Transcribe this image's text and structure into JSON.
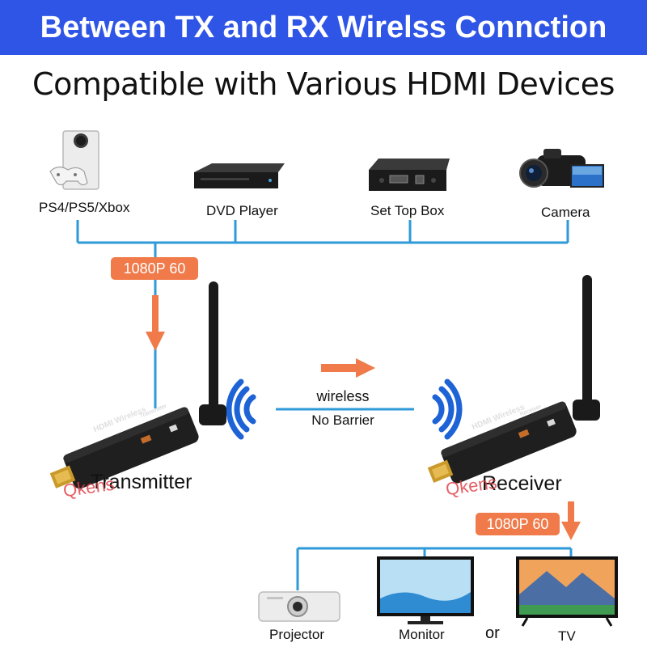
{
  "header": {
    "title": "Between TX and RX Wirelss Connction"
  },
  "subtitle": "Compatible with Various HDMI Devices",
  "sources": [
    {
      "label": "PS4/PS5/Xbox",
      "icon": "game-console-icon"
    },
    {
      "label": "DVD Player",
      "icon": "dvd-player-icon"
    },
    {
      "label": "Set Top Box",
      "icon": "set-top-box-icon"
    },
    {
      "label": "Camera",
      "icon": "camcorder-icon"
    }
  ],
  "input_resolution": "1080P 60",
  "transmitter": {
    "label": "Transmitter",
    "device_text": "HDMI Wireless",
    "device_subtext": "Transmitter"
  },
  "receiver": {
    "label": "Receiver",
    "device_text": "HDMI Wireless",
    "device_subtext": "Receiver"
  },
  "link": {
    "line1": "wireless",
    "line2": "No Barrier"
  },
  "output_resolution": "1080P 60",
  "outputs": [
    {
      "label": "Projector",
      "icon": "projector-icon"
    },
    {
      "label": "Monitor",
      "icon": "monitor-icon"
    },
    {
      "label": "TV",
      "icon": "tv-icon"
    }
  ],
  "or_text": "or",
  "watermark": "Qkens",
  "colors": {
    "banner": "#2f55e6",
    "line": "#2f9ad8",
    "arrow": "#f07a4a",
    "pill": "#f07a4a",
    "wifi": "#1e63d6"
  }
}
